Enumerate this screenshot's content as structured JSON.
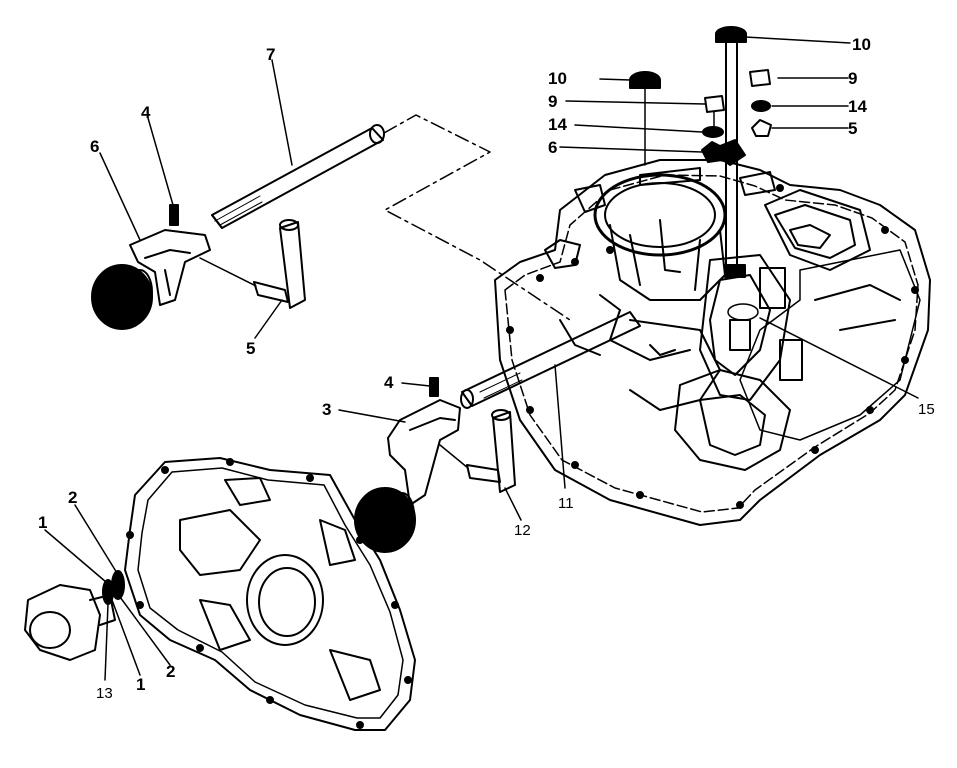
{
  "callouts": {
    "c1_a": "1",
    "c1_b": "1",
    "c2_a": "2",
    "c2_b": "2",
    "c3": "3",
    "c4_a": "4",
    "c4_b": "4",
    "c5_a": "5",
    "c5_b": "5",
    "c6_a": "6",
    "c6_b": "6",
    "c7": "7",
    "c9_a": "9",
    "c9_b": "9",
    "c10_a": "10",
    "c10_b": "10",
    "c11": "11",
    "c12": "12",
    "c13": "13",
    "c14_a": "14",
    "c14_b": "14",
    "c15": "15"
  },
  "colors": {
    "ink": "#000000",
    "paper": "#ffffff"
  }
}
